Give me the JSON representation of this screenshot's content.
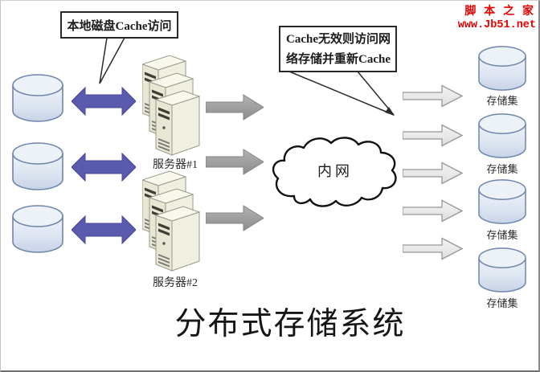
{
  "title": "分布式存储系统",
  "watermark": {
    "site_name": "脚 本 之 家",
    "site_url": "www.Jb51.net",
    "color": "#e60000"
  },
  "callouts": {
    "local_cache": {
      "text": "本地磁盘Cache访问"
    },
    "network_cache": {
      "line1": "Cache无效则访问网",
      "line2": "络存储并重新Cache"
    }
  },
  "servers": [
    {
      "label": "服务器#1"
    },
    {
      "label": "服务器#2"
    }
  ],
  "cloud": {
    "label": "内网"
  },
  "storage_sets": [
    "存储集",
    "存储集",
    "存储集",
    "存储集"
  ],
  "counts": {
    "local_disks": 3,
    "bidirectional_arrows": 3,
    "server_to_cloud_arrows": 3,
    "cloud_to_storage_arrows": 5,
    "storage_cylinders": 4
  },
  "colors": {
    "bidirectional_arrow_blue": "#5a5aae",
    "server_arrow_gray": "#9c9c9c",
    "storage_arrow_fill": "#ececec",
    "cylinder_body": "#dce4f1",
    "cylinder_outline": "#6e86ac",
    "server_case_beige": "#eeeedd",
    "watermark_red": "#e60000"
  }
}
